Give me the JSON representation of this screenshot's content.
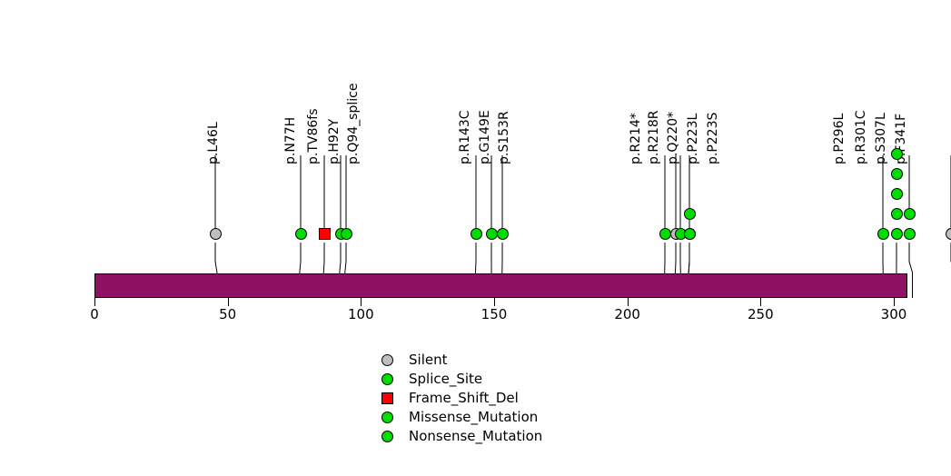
{
  "chart_data": {
    "type": "lollipop",
    "title": "",
    "xlabel": "",
    "ylabel": "",
    "xlim": [
      0,
      305
    ],
    "axis_ticks": [
      0,
      50,
      100,
      150,
      200,
      250,
      300
    ],
    "protein_length": 305,
    "protein_bar_color": "#8E1164",
    "grid": false,
    "legend_position": "bottom-center",
    "mutations": [
      {
        "label": "p.L46L",
        "position": 46,
        "count": 1,
        "type": "Silent",
        "color": "#BEBEBE",
        "shape": "circle",
        "label_x": 237,
        "stem_x": 237
      },
      {
        "label": "p.N77H",
        "position": 77,
        "count": 1,
        "type": "Missense_Mutation",
        "color": "#00DD00",
        "shape": "circle",
        "label_x": 322,
        "stem_x": 331
      },
      {
        "label": "p.TV86fs",
        "position": 86,
        "count": 1,
        "type": "Frame_Shift_Del",
        "color": "#FF0000",
        "shape": "square",
        "label_x": 347,
        "stem_x": 357
      },
      {
        "label": "p.H92Y",
        "position": 92,
        "count": 1,
        "type": "Missense_Mutation",
        "color": "#00DD00",
        "shape": "circle",
        "label_x": 370,
        "stem_x": 375
      },
      {
        "label": "p.Q94_splice",
        "position": 94,
        "count": 1,
        "type": "Splice_Site",
        "color": "#00DD00",
        "shape": "circle",
        "label_x": 391,
        "stem_x": 381
      },
      {
        "label": "p.R143C",
        "position": 143,
        "count": 1,
        "type": "Missense_Mutation",
        "color": "#00DD00",
        "shape": "circle",
        "label_x": 514,
        "stem_x": 524
      },
      {
        "label": "p.G149E",
        "position": 149,
        "count": 1,
        "type": "Missense_Mutation",
        "color": "#00DD00",
        "shape": "circle",
        "label_x": 536,
        "stem_x": 541
      },
      {
        "label": "p.S153R",
        "position": 153,
        "count": 1,
        "type": "Missense_Mutation",
        "color": "#00DD00",
        "shape": "circle",
        "label_x": 557,
        "stem_x": 553
      },
      {
        "label": "p.R214*",
        "position": 214,
        "count": 1,
        "type": "Nonsense_Mutation",
        "color": "#00DD00",
        "shape": "circle",
        "label_x": 702,
        "stem_x": 732
      },
      {
        "label": "p.R218R",
        "position": 218,
        "count": 1,
        "type": "Silent",
        "color": "#BEBEBE",
        "shape": "circle",
        "label_x": 722,
        "stem_x": 744
      },
      {
        "label": "p.Q220*",
        "position": 220,
        "count": 1,
        "type": "Nonsense_Mutation",
        "color": "#00DD00",
        "shape": "circle",
        "label_x": 743,
        "stem_x": 749
      },
      {
        "label": "p.P223L",
        "position": 223,
        "count": 1,
        "type": "Missense_Mutation",
        "color": "#00DD00",
        "shape": "circle",
        "label_x": 765,
        "stem_x": 759
      },
      {
        "label": "p.P223S",
        "position": 223,
        "count": 2,
        "type": "Missense_Mutation",
        "color": "#00DD00",
        "shape": "circle",
        "label_x": 787,
        "stem_x": 759
      },
      {
        "label": "p.P296L",
        "position": 296,
        "count": 1,
        "type": "Missense_Mutation",
        "color": "#00DD00",
        "shape": "circle",
        "label_x": 926,
        "stem_x": 972
      },
      {
        "label": "p.R301C",
        "position": 301,
        "count": 5,
        "type": "Missense_Mutation",
        "color": "#00DD00",
        "shape": "circle",
        "label_x": 950,
        "stem_x": 987
      },
      {
        "label": "p.S307L",
        "position": 307,
        "count": 2,
        "type": "Missense_Mutation",
        "color": "#00DD00",
        "shape": "circle",
        "label_x": 972,
        "stem_x": 1001
      },
      {
        "label": "p.F341F",
        "position": 341,
        "count": 1,
        "type": "Silent",
        "color": "#BEBEBE",
        "shape": "circle",
        "label_x": 994,
        "stem_x": 1047
      }
    ],
    "legend": [
      {
        "label": "Silent",
        "color": "#BEBEBE",
        "shape": "circle"
      },
      {
        "label": "Splice_Site",
        "color": "#00DD00",
        "shape": "circle"
      },
      {
        "label": "Frame_Shift_Del",
        "color": "#FF0000",
        "shape": "square"
      },
      {
        "label": "Missense_Mutation",
        "color": "#00DD00",
        "shape": "circle"
      },
      {
        "label": "Nonsense_Mutation",
        "color": "#00DD00",
        "shape": "circle"
      }
    ]
  }
}
